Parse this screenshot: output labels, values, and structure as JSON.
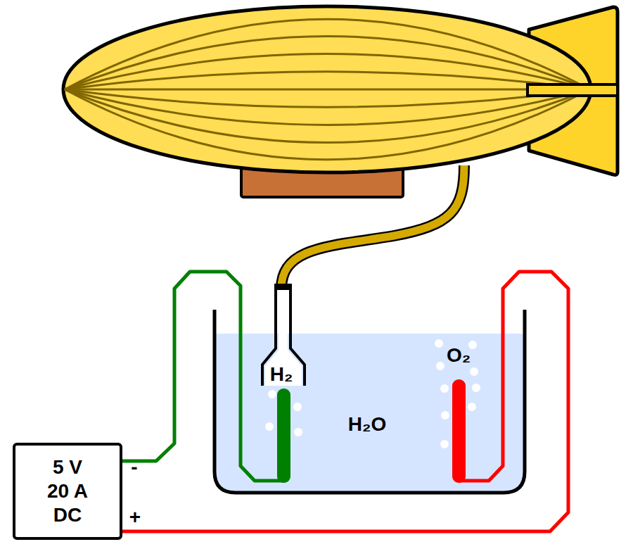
{
  "diagram": {
    "nodes": [
      {
        "text": [
          "5 V 20 A DC"
        ]
      }
    ],
    "labels": [
      "H₂",
      "O₂",
      "H₂O",
      "-",
      "+"
    ]
  }
}
